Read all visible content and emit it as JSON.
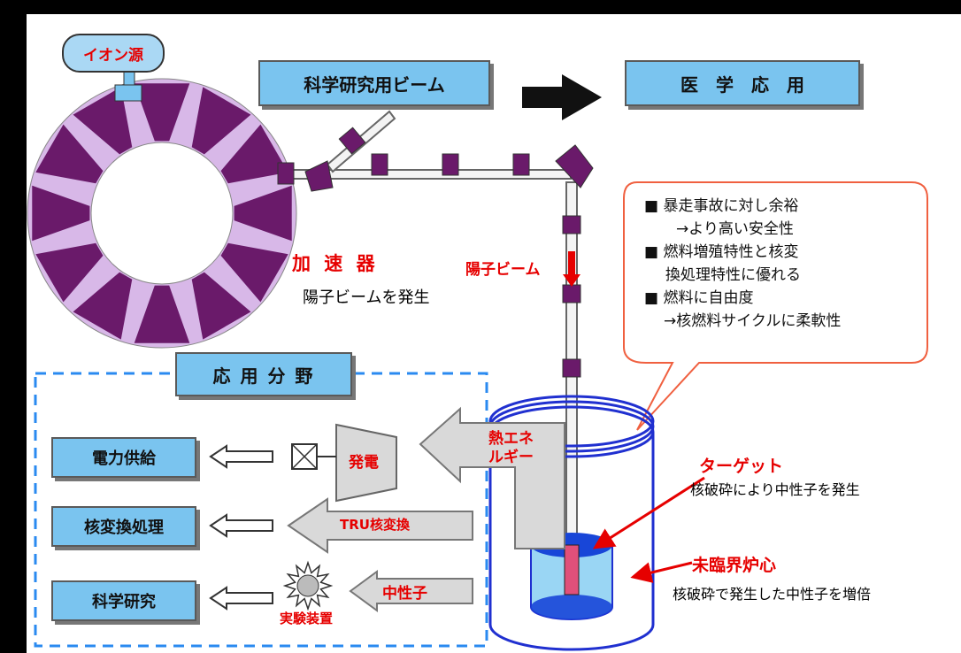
{
  "ion_source": "イオン源",
  "beam_science": "科学研究用ビーム",
  "medical": "医　学　応　用",
  "accelerator": {
    "title": "加 速 器",
    "desc": "陽子ビームを発生"
  },
  "proton_beam": "陽子ビーム",
  "bubble": {
    "lines": [
      "■ 暴走事故に対し余裕",
      "→より高い安全性",
      "■ 燃料増殖特性と核変",
      "換処理特性に優れる",
      "■ 燃料に自由度",
      "→核燃料サイクルに柔軟性"
    ]
  },
  "applications": {
    "title": "応 用 分 野",
    "power": "電力供給",
    "transmutation": "核変換処理",
    "science": "科学研究",
    "generator": "発電",
    "heat_energy": "熱エネルギー",
    "tru": "TRU核変換",
    "neutron": "中性子",
    "apparatus": "実験装置"
  },
  "target": {
    "title": "ターゲット",
    "desc": "核破砕により中性子を発生"
  },
  "core": {
    "title": "未臨界炉心",
    "desc": "核破砕で発生した中性子を増倍"
  },
  "colors": {
    "box": "#7ac4ef",
    "magnet": "#6a1a6a",
    "ring": "#d8b8e8",
    "red": "#e60000",
    "vessel": "#2030d0"
  }
}
